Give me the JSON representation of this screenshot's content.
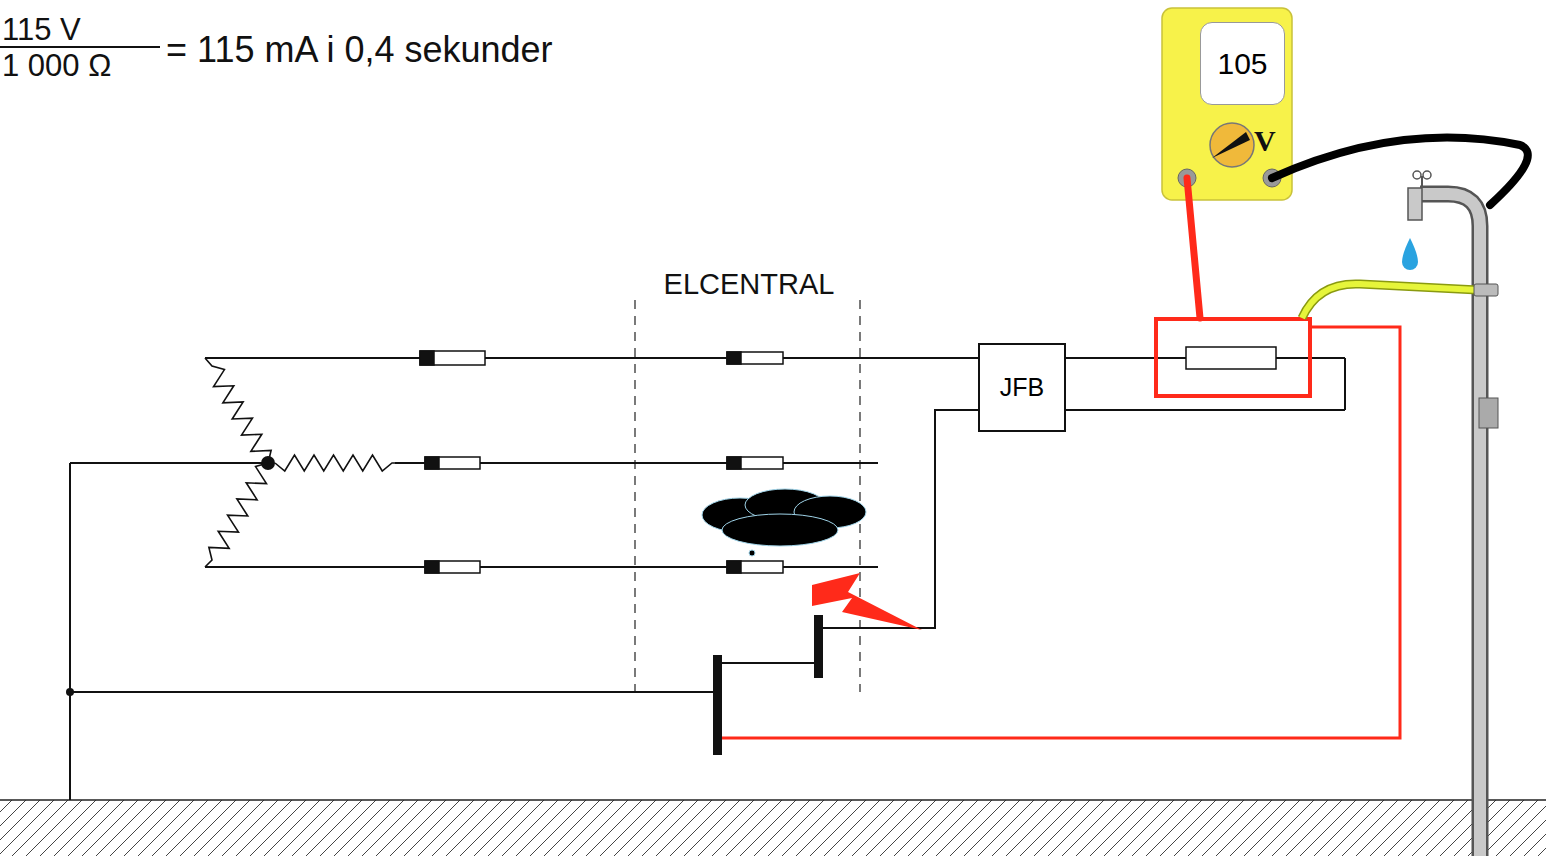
{
  "diagram": {
    "nodes": [
      {
        "text": [
          "JFB"
        ]
      },
      {
        "text": [
          "105"
        ]
      }
    ],
    "labels": [
      "115 V",
      "1 000 Ω",
      "= 115 mA i 0,4 sekunder",
      "ELCENTRAL",
      "V"
    ]
  }
}
